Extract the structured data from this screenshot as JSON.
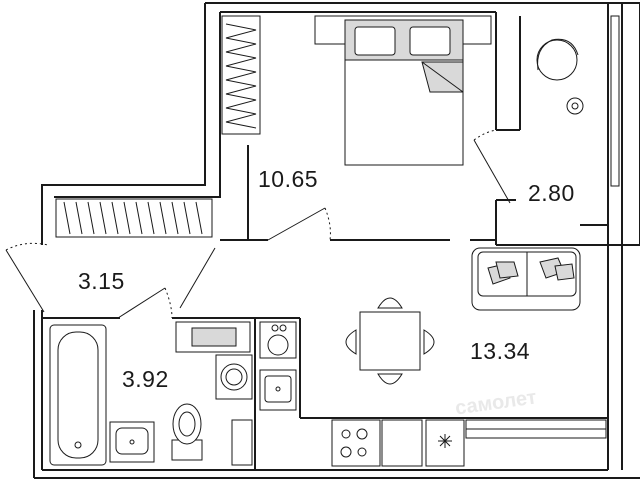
{
  "rooms": {
    "bedroom": {
      "area": "10.65"
    },
    "balcony": {
      "area": "2.80"
    },
    "hallway": {
      "area": "3.15"
    },
    "bathroom": {
      "area": "3.92"
    },
    "kitchen_living": {
      "area": "13.34"
    }
  },
  "watermark": {
    "text": "самолет"
  },
  "icons": [
    "bed-icon",
    "armchair-icon",
    "sofa-icon",
    "dining-table-icon",
    "bathtub-icon",
    "toilet-icon",
    "sink-icon",
    "washing-machine-icon",
    "stove-icon",
    "wardrobe-icon",
    "fan-icon"
  ],
  "colors": {
    "wall": "#1a1a1a",
    "furniture_fill": "#d9d9d9",
    "background": "#ffffff"
  }
}
